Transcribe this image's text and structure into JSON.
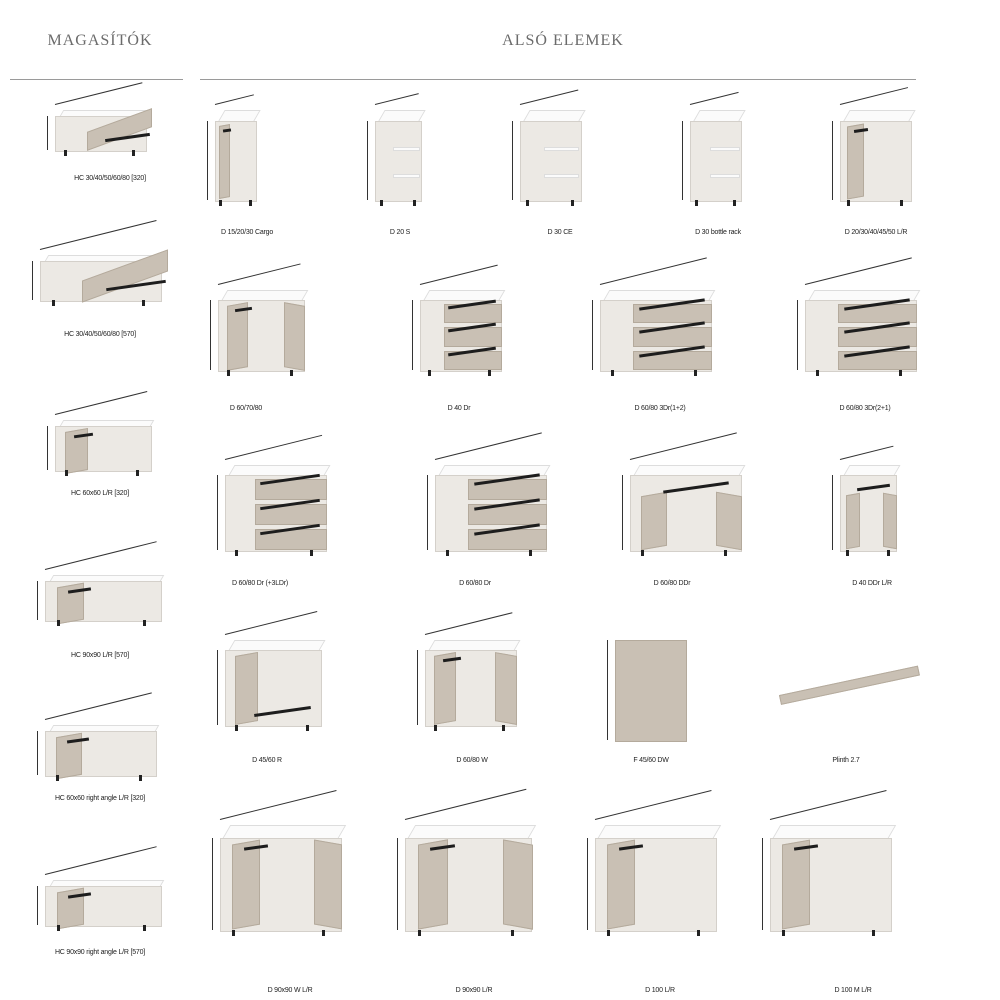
{
  "sections": {
    "left_title": "MAGASÍTÓK",
    "right_title": "ALSÓ ELEMEK"
  },
  "left_items": [
    {
      "label": "HC 30/40/50/60/80 [320]",
      "drawing": "wall-cabinet-flap-icon"
    },
    {
      "label": "HC 30/40/50/60/80 [570]",
      "drawing": "wall-cabinet-flap-icon"
    },
    {
      "label": "HC 60x60 L/R [320]",
      "drawing": "corner-wall-cabinet-icon"
    },
    {
      "label": "HC 90x90 L/R [570]",
      "drawing": "corner-wall-cabinet-icon"
    },
    {
      "label": "HC 60x60 right angle L/R [320]",
      "drawing": "right-angle-wall-cabinet-icon"
    },
    {
      "label": "HC 90x90 right angle L/R [570]",
      "drawing": "right-angle-wall-cabinet-icon"
    }
  ],
  "right_items": [
    {
      "label": "D 15/20/30 Cargo",
      "drawing": "cargo-cabinet-icon"
    },
    {
      "label": "D 20 S",
      "drawing": "shelf-cabinet-icon"
    },
    {
      "label": "D 30 CE",
      "drawing": "corner-end-cabinet-icon"
    },
    {
      "label": "D 30 bottle rack",
      "drawing": "bottle-rack-icon"
    },
    {
      "label": "D 20/30/40/45/50 L/R",
      "drawing": "single-door-cabinet-icon"
    },
    {
      "label": "D 60/70/80",
      "drawing": "double-door-cabinet-icon"
    },
    {
      "label": "D 40 Dr",
      "drawing": "drawer-cabinet-icon"
    },
    {
      "label": "D 60/80 3Dr(1+2)",
      "drawing": "drawer-cabinet-icon"
    },
    {
      "label": "D 60/80 3Dr(2+1)",
      "drawing": "drawer-cabinet-icon"
    },
    {
      "label": "D 60/80 Dr (+3LDr)",
      "drawing": "drawer-cabinet-icon"
    },
    {
      "label": "D 60/80 Dr",
      "drawing": "drawer-cabinet-icon"
    },
    {
      "label": "D 60/80 DDr",
      "drawing": "drawer-door-cabinet-icon"
    },
    {
      "label": "D 40 DDr L/R",
      "drawing": "drawer-door-cabinet-icon"
    },
    {
      "label": "D 45/60 R",
      "drawing": "oven-cabinet-icon"
    },
    {
      "label": "D 60/80 W",
      "drawing": "sink-cabinet-icon"
    },
    {
      "label": "F 45/60 DW",
      "drawing": "dishwasher-front-icon"
    },
    {
      "label": "Plinth 2.7",
      "drawing": "plinth-icon"
    },
    {
      "label": "D 90x90 W L/R",
      "drawing": "corner-base-cabinet-icon"
    },
    {
      "label": "D 90x90 L/R",
      "drawing": "corner-base-cabinet-icon"
    },
    {
      "label": "D 100 L/R",
      "drawing": "blind-corner-cabinet-icon"
    },
    {
      "label": "D 100 M L/R",
      "drawing": "blind-corner-cabinet-icon"
    }
  ]
}
